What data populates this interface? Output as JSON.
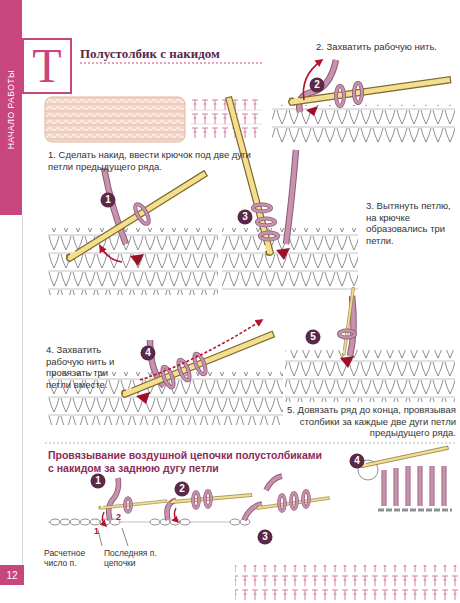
{
  "diagram": {
    "title": "Полустолбик с накидом",
    "nodes": [
      {
        "text": [
          "НАЧАЛО РАБОТЫ"
        ]
      },
      {
        "text": [
          "Т"
        ]
      },
      {
        "text": [
          "2"
        ]
      },
      {
        "text": [
          "1"
        ]
      },
      {
        "text": [
          "3"
        ]
      },
      {
        "text": [
          "4"
        ]
      },
      {
        "text": [
          "5"
        ]
      },
      {
        "text": [
          "1"
        ]
      },
      {
        "text": [
          "2"
        ]
      },
      {
        "text": [
          "3"
        ]
      },
      {
        "text": [
          "4"
        ]
      },
      {
        "text": [
          "12"
        ]
      }
    ],
    "labels": [
      "1. Сделать накид, ввести крючок под две дуги петли предыдущего ряда.",
      "2. Захватить рабочую нить.",
      "3. Вытянуть петлю, на крючке образовались три петли.",
      "4. Захватить рабочую нить и провязать три петли вместе.",
      "5. Довязать ряд до конца, провязывая столбики за каждые две дуги петли предыдущего ряда.",
      "Провязывание воздушной цепочки полустолбиками с накидом за заднюю дугу петли",
      "1",
      "2",
      "Расчетное число п.",
      "Последняя п. цепочки"
    ]
  }
}
